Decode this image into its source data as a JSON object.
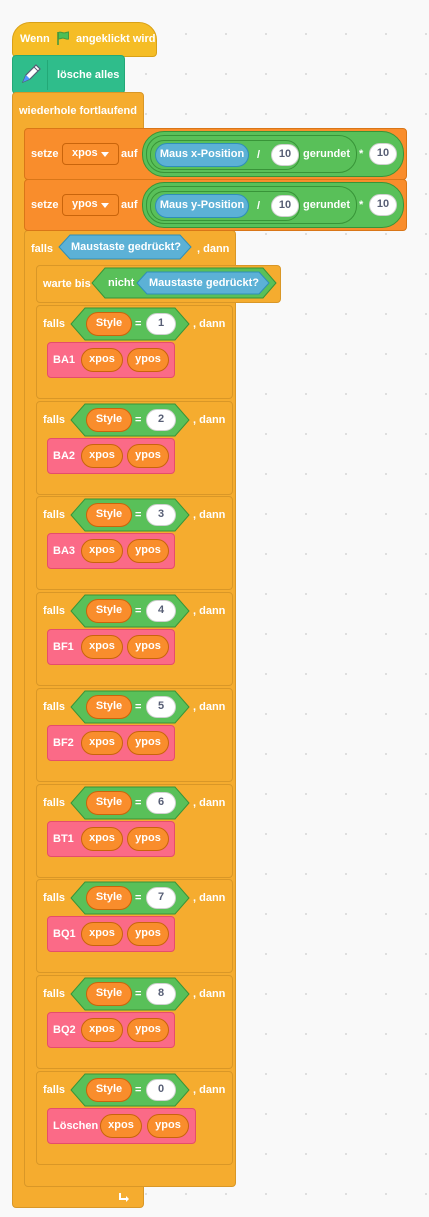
{
  "colors": {
    "events": "#f5bd26",
    "pen": "#2fbd8b",
    "control": "#f5ac2f",
    "variables": "#f98d2c",
    "operators": "#59c059",
    "sensing": "#5cb1d6",
    "my_blocks": "#fb6a87"
  },
  "hat": {
    "prefix": "Wenn",
    "icon": "green-flag-icon",
    "suffix": "angeklickt wird"
  },
  "pen_block": {
    "icon": "pen-icon",
    "label": "lösche alles"
  },
  "loop": {
    "label": "wiederhole fortlaufend",
    "end_icon": "loop-arrow-icon"
  },
  "set_x": {
    "setze": "setze",
    "variable": "xpos",
    "auf": "auf",
    "reporter": "Maus x-Position",
    "div": "/",
    "divisor": "10",
    "rounded": "gerundet",
    "mul": "*",
    "factor": "10"
  },
  "set_y": {
    "setze": "setze",
    "variable": "ypos",
    "auf": "auf",
    "reporter": "Maus y-Position",
    "div": "/",
    "divisor": "10",
    "rounded": "gerundet",
    "mul": "*",
    "factor": "10"
  },
  "outer_if": {
    "falls": "falls",
    "condition": "Maustaste gedrückt?",
    "dann": ", dann"
  },
  "wait_until": {
    "label": "warte bis",
    "not": "nicht",
    "condition": "Maustaste gedrückt?"
  },
  "if_blocks": [
    {
      "falls": "falls",
      "var": "Style",
      "eq": "=",
      "value": "1",
      "dann": ", dann",
      "call": "BA1",
      "arg1": "xpos",
      "arg2": "ypos"
    },
    {
      "falls": "falls",
      "var": "Style",
      "eq": "=",
      "value": "2",
      "dann": ", dann",
      "call": "BA2",
      "arg1": "xpos",
      "arg2": "ypos"
    },
    {
      "falls": "falls",
      "var": "Style",
      "eq": "=",
      "value": "3",
      "dann": ", dann",
      "call": "BA3",
      "arg1": "xpos",
      "arg2": "ypos"
    },
    {
      "falls": "falls",
      "var": "Style",
      "eq": "=",
      "value": "4",
      "dann": ", dann",
      "call": "BF1",
      "arg1": "xpos",
      "arg2": "ypos"
    },
    {
      "falls": "falls",
      "var": "Style",
      "eq": "=",
      "value": "5",
      "dann": ", dann",
      "call": "BF2",
      "arg1": "xpos",
      "arg2": "ypos"
    },
    {
      "falls": "falls",
      "var": "Style",
      "eq": "=",
      "value": "6",
      "dann": ", dann",
      "call": "BT1",
      "arg1": "xpos",
      "arg2": "ypos"
    },
    {
      "falls": "falls",
      "var": "Style",
      "eq": "=",
      "value": "7",
      "dann": ", dann",
      "call": "BQ1",
      "arg1": "xpos",
      "arg2": "ypos"
    },
    {
      "falls": "falls",
      "var": "Style",
      "eq": "=",
      "value": "8",
      "dann": ", dann",
      "call": "BQ2",
      "arg1": "xpos",
      "arg2": "ypos"
    },
    {
      "falls": "falls",
      "var": "Style",
      "eq": "=",
      "value": "0",
      "dann": ", dann",
      "call": "Löschen",
      "arg1": "xpos",
      "arg2": "ypos"
    }
  ]
}
